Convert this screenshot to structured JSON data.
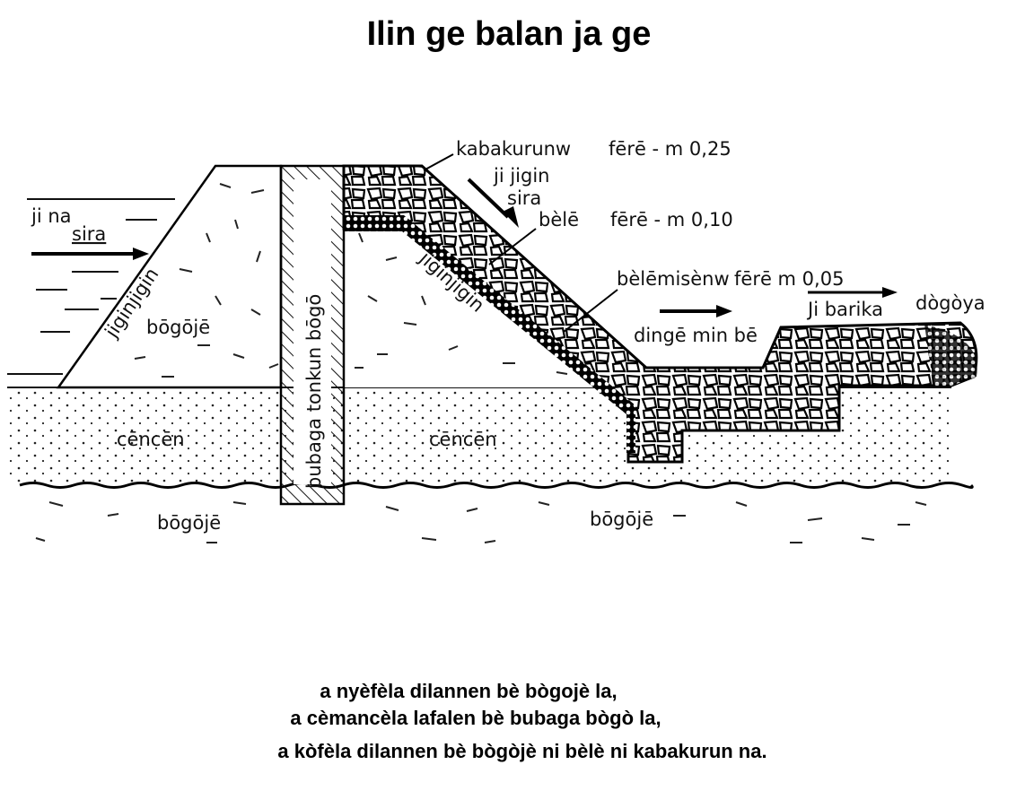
{
  "title": "Ilin ge balan ja ge",
  "labels": {
    "ji_na": "ji na",
    "sira_left": "sira",
    "jiginjigin_left": "jiginjigin",
    "bogoje_dam": "bōgōjē",
    "cencen_left": "cēncēn",
    "cencen_right": "cēncēn",
    "core_wall": "bubaga tonkun bōgō",
    "bogoje_ground_left": "bōgōjē",
    "bogoje_ground_right": "bōgōjē",
    "kabakurunw": "kabakurunw",
    "fere_025": "fērē - m 0,25",
    "ji_jigin": "ji jigin",
    "sira_right": "sira",
    "bele": "bèlē",
    "fere_010": "fērē - m 0,10",
    "jiginjigin_right": "jiginjigin",
    "belemisenw": "bèlēmisènw",
    "fere_005": "fērē m 0,05",
    "dinge_min_be": "dingē min bē",
    "ji_barika": "Ji barika",
    "dogoya": "dògòya"
  },
  "caption": [
    "a nyèfèla dilannen bè bògojè la,",
    "a cèmancèla lafalen bè bubaga bògò la,",
    "a kòfèla dilannen bè bògòjè ni bèlè ni kabakurun na."
  ]
}
